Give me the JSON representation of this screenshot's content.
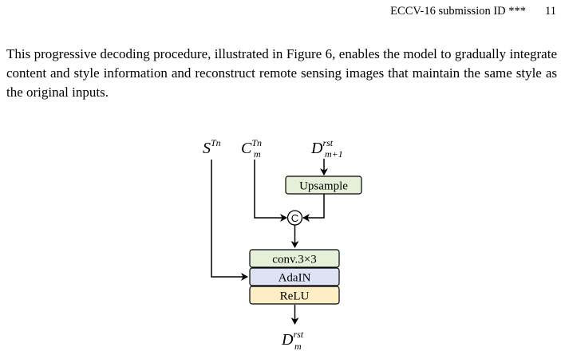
{
  "header": {
    "submission": "ECCV-16 submission ID ***",
    "page_number": "11"
  },
  "body_text": "This progressive decoding procedure, illustrated in Figure 6, enables the model to gradually integrate content and style information and reconstruct remote sensing images that maintain the same style as the original inputs.",
  "figure": {
    "inputs": {
      "style": {
        "base": "S",
        "sup": "Tn"
      },
      "content": {
        "base": "C",
        "sup": "Tn",
        "sub": "m"
      },
      "prev_decoded": {
        "base": "D",
        "sup": "rst",
        "sub": "m+1"
      }
    },
    "upsample_label": "Upsample",
    "concat_label": "C",
    "conv_label": "conv.3×3",
    "adain_label": "AdaIN",
    "relu_label": "ReLU",
    "output": {
      "base": "D",
      "sup": "rst",
      "sub": "m"
    },
    "colors": {
      "green": "#e4f0d8",
      "blue": "#dde3f4",
      "yellow": "#fdeec6"
    }
  }
}
